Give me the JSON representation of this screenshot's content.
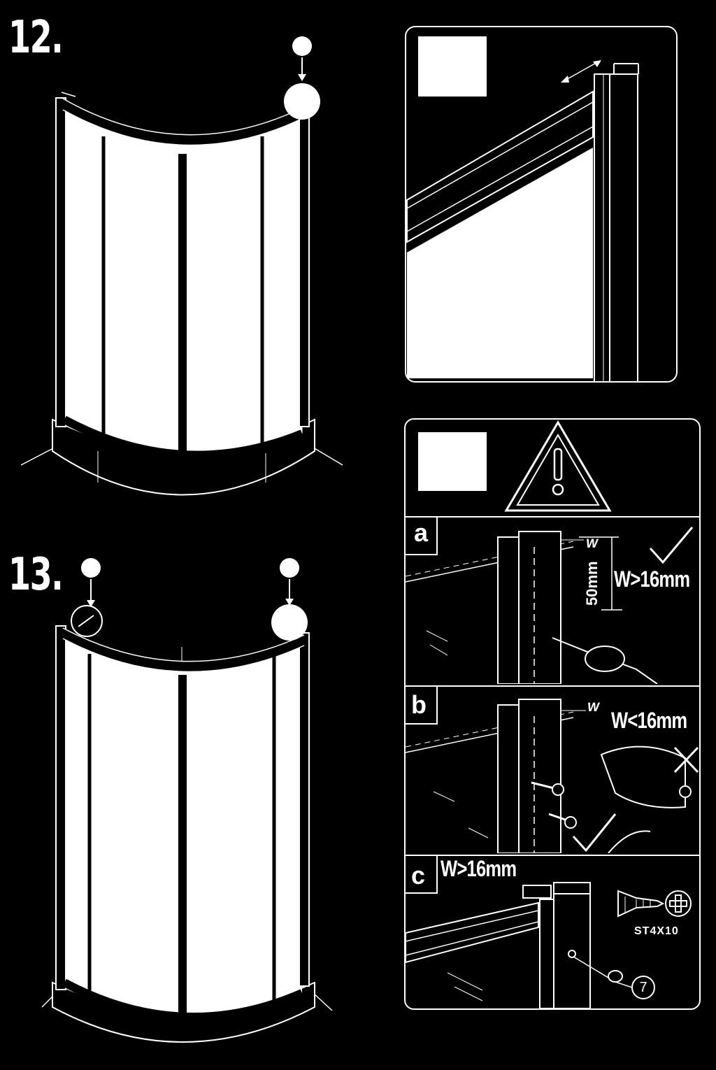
{
  "steps": [
    {
      "number": "12."
    },
    {
      "number": "13."
    }
  ],
  "warning_panel": {
    "sections": [
      {
        "letter": "a",
        "measure_label": "W>16mm",
        "depth_label": "50mm",
        "w_label": "W"
      },
      {
        "letter": "b",
        "measure_label": "W<16mm",
        "w_label": "W"
      },
      {
        "letter": "c",
        "measure_label": "W>16mm"
      }
    ],
    "screw_label": "ST4X10",
    "part_number": "7"
  },
  "colors": {
    "background": "#000000",
    "line": "#ffffff",
    "glass": "#ffffff"
  }
}
